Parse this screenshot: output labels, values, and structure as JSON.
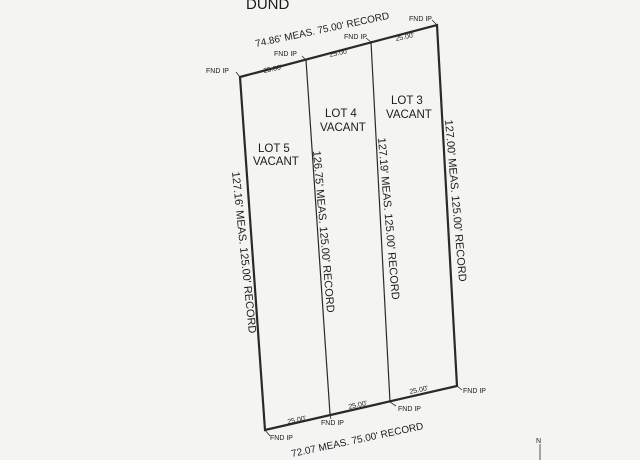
{
  "street": {
    "name": "DUND"
  },
  "top_dimension": "74.86' MEAS. 75.00' RECORD",
  "bottom_dimension": "72.07 MEAS. 75.00' RECORD",
  "lots": [
    {
      "name": "LOT 3",
      "status": "VACANT",
      "side_dimension": "127.00' MEAS. 125.00' RECORD",
      "top_frontage": "25.00'",
      "bottom_frontage": "25.00'"
    },
    {
      "name": "LOT 4",
      "status": "VACANT",
      "side_dimension": "127.19' MEAS. 125.00' RECORD",
      "top_frontage": "25.00'",
      "bottom_frontage": "25.00'"
    },
    {
      "name": "LOT 5",
      "status": "VACANT",
      "side_dimension": "126.75' MEAS. 125.00' RECORD",
      "top_frontage": "25.00'",
      "bottom_frontage": "25.00'"
    }
  ],
  "left_dimension": "127.16' MEAS. 125.00' RECORD",
  "markers": {
    "fnd_ip": "FND IP",
    "north": "N"
  },
  "colors": {
    "ink": "#1c1c1c",
    "boundary": "#2a2a2a",
    "paper": "#f4f4f2"
  }
}
